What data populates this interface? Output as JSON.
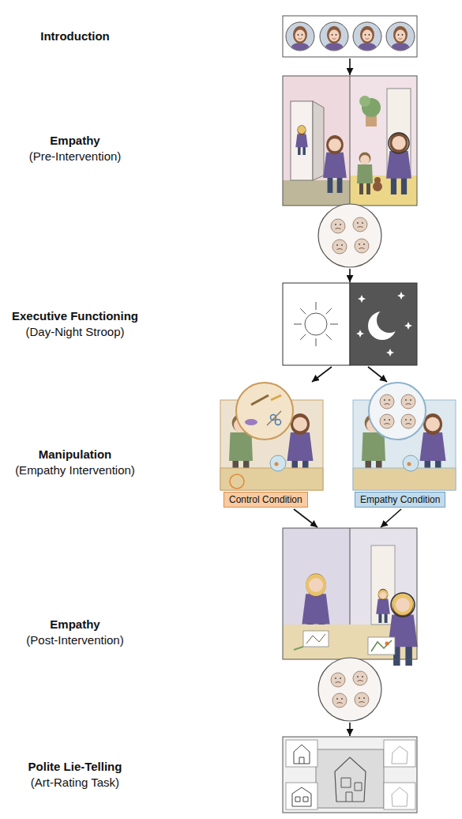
{
  "diagram": {
    "nodes": [
      {
        "text": [
          "Introduction"
        ]
      },
      {
        "text": [
          "Empathy",
          "(Pre-Intervention)"
        ]
      },
      {
        "text": [
          "Executive Functioning",
          "(Day-Night Stroop)"
        ]
      },
      {
        "text": [
          "Control Condition"
        ]
      },
      {
        "text": [
          "Empathy Condition"
        ]
      },
      {
        "text": [
          "Empathy",
          "(Post-Intervention)"
        ]
      },
      {
        "text": [
          "Polite Lie-Telling",
          "(Art-Rating Task)"
        ]
      }
    ],
    "edges": [
      {
        "from": 0,
        "to": 1,
        "arrow": "to"
      },
      {
        "from": 1,
        "to": 2,
        "arrow": "to"
      },
      {
        "from": 2,
        "to": 3,
        "arrow": "to"
      },
      {
        "from": 2,
        "to": 4,
        "arrow": "to"
      },
      {
        "from": 3,
        "to": 5,
        "arrow": "to"
      },
      {
        "from": 4,
        "to": 5,
        "arrow": "to"
      },
      {
        "from": 5,
        "to": 6,
        "arrow": "to"
      }
    ],
    "labels": [
      "Manipulation",
      "(Empathy Intervention)"
    ]
  }
}
